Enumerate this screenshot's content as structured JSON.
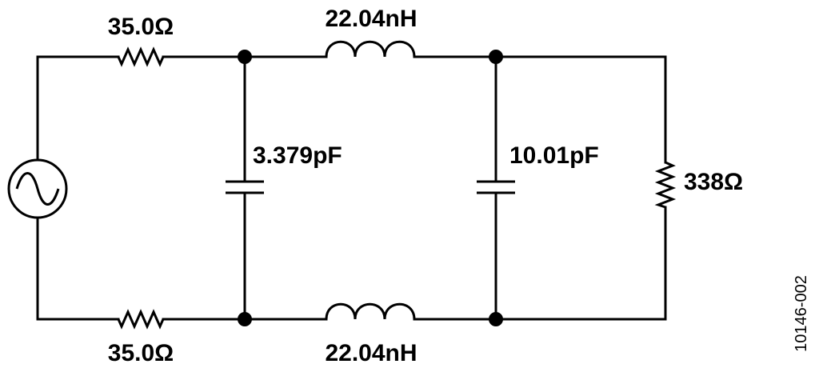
{
  "figure_id": "10146-002",
  "components": {
    "r_top": "35.0Ω",
    "r_bottom": "35.0Ω",
    "l_top": "22.04nH",
    "l_bottom": "22.04nH",
    "c_left": "3.379pF",
    "c_right": "10.01pF",
    "r_load": "338Ω"
  },
  "source_icon": "ac-source-icon",
  "junction_icon": "junction-dot-icon"
}
